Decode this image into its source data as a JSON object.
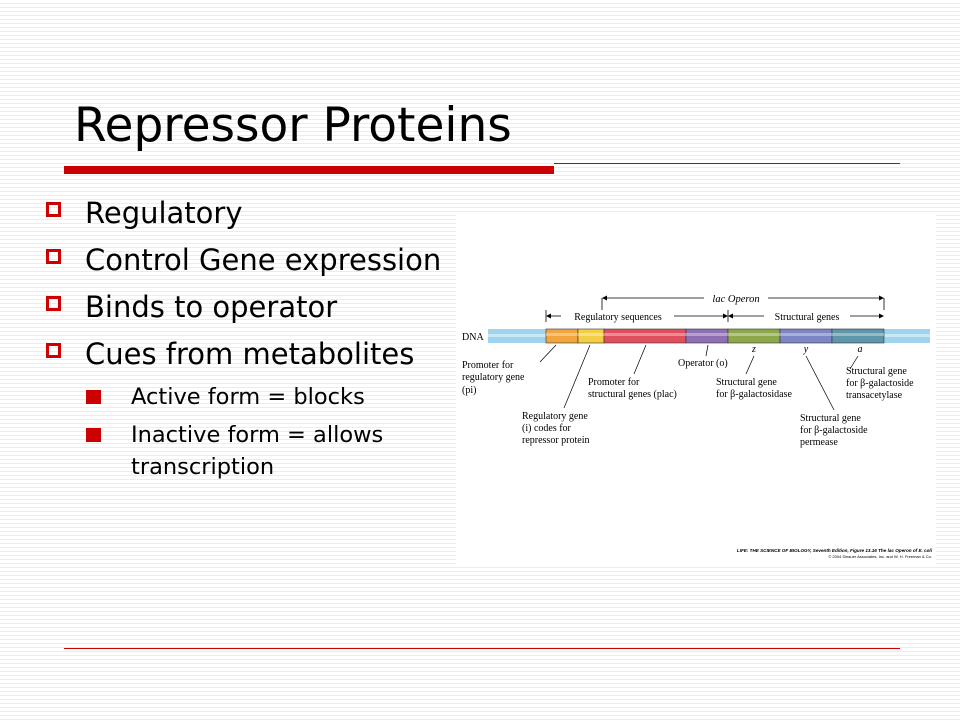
{
  "slide": {
    "title": "Repressor Proteins",
    "bullets": [
      {
        "text": "Regulatory"
      },
      {
        "text": "Control Gene expression"
      },
      {
        "text": "Binds to operator"
      },
      {
        "text": "Cues from metabolites"
      }
    ],
    "sub_bullets": [
      {
        "text": "Active form = blocks"
      },
      {
        "text": "Inactive form = allows transcription"
      }
    ]
  },
  "figure": {
    "header_operon": "lac Operon",
    "header_regulatory": "Regulatory sequences",
    "header_structural": "Structural genes",
    "dna_label": "DNA",
    "gene_z": "z",
    "gene_y": "y",
    "gene_a": "a",
    "labels": {
      "promoter_regulatory_1": "Promoter for",
      "promoter_regulatory_2": "regulatory gene",
      "promoter_regulatory_3": "(pi)",
      "regulatory_gene_1": "Regulatory gene",
      "regulatory_gene_2": "(i) codes for",
      "regulatory_gene_3": "repressor protein",
      "promoter_structural_1": "Promoter for",
      "promoter_structural_2": "structural genes (plac)",
      "operator": "Operator (o)",
      "struct_gal_1": "Structural gene",
      "struct_gal_2": "for β-galactosidase",
      "struct_perm_1": "Structural gene",
      "struct_perm_2": "for β-galactoside",
      "struct_perm_3": "permease",
      "struct_trans_1": "Structural gene",
      "struct_trans_2": "for β-galactoside",
      "struct_trans_3": "transacetylase"
    },
    "credit_1": "LIFE: THE SCIENCE OF BIOLOGY, Seventh Edition, Figure 13.16 The lac Operon of E. coli",
    "credit_2": "© 2004 Sinauer Associates, Inc. and W. H. Freeman & Co.",
    "colors": {
      "dna": "#9fd4ee",
      "promoter_i": "#f2a53d",
      "gene_i": "#f4cf45",
      "promoter_lac": "#e0505c",
      "operator": "#8e6fb4",
      "gene_z": "#8ca84a",
      "gene_y": "#7d85c4",
      "gene_a": "#5e97aa"
    }
  }
}
